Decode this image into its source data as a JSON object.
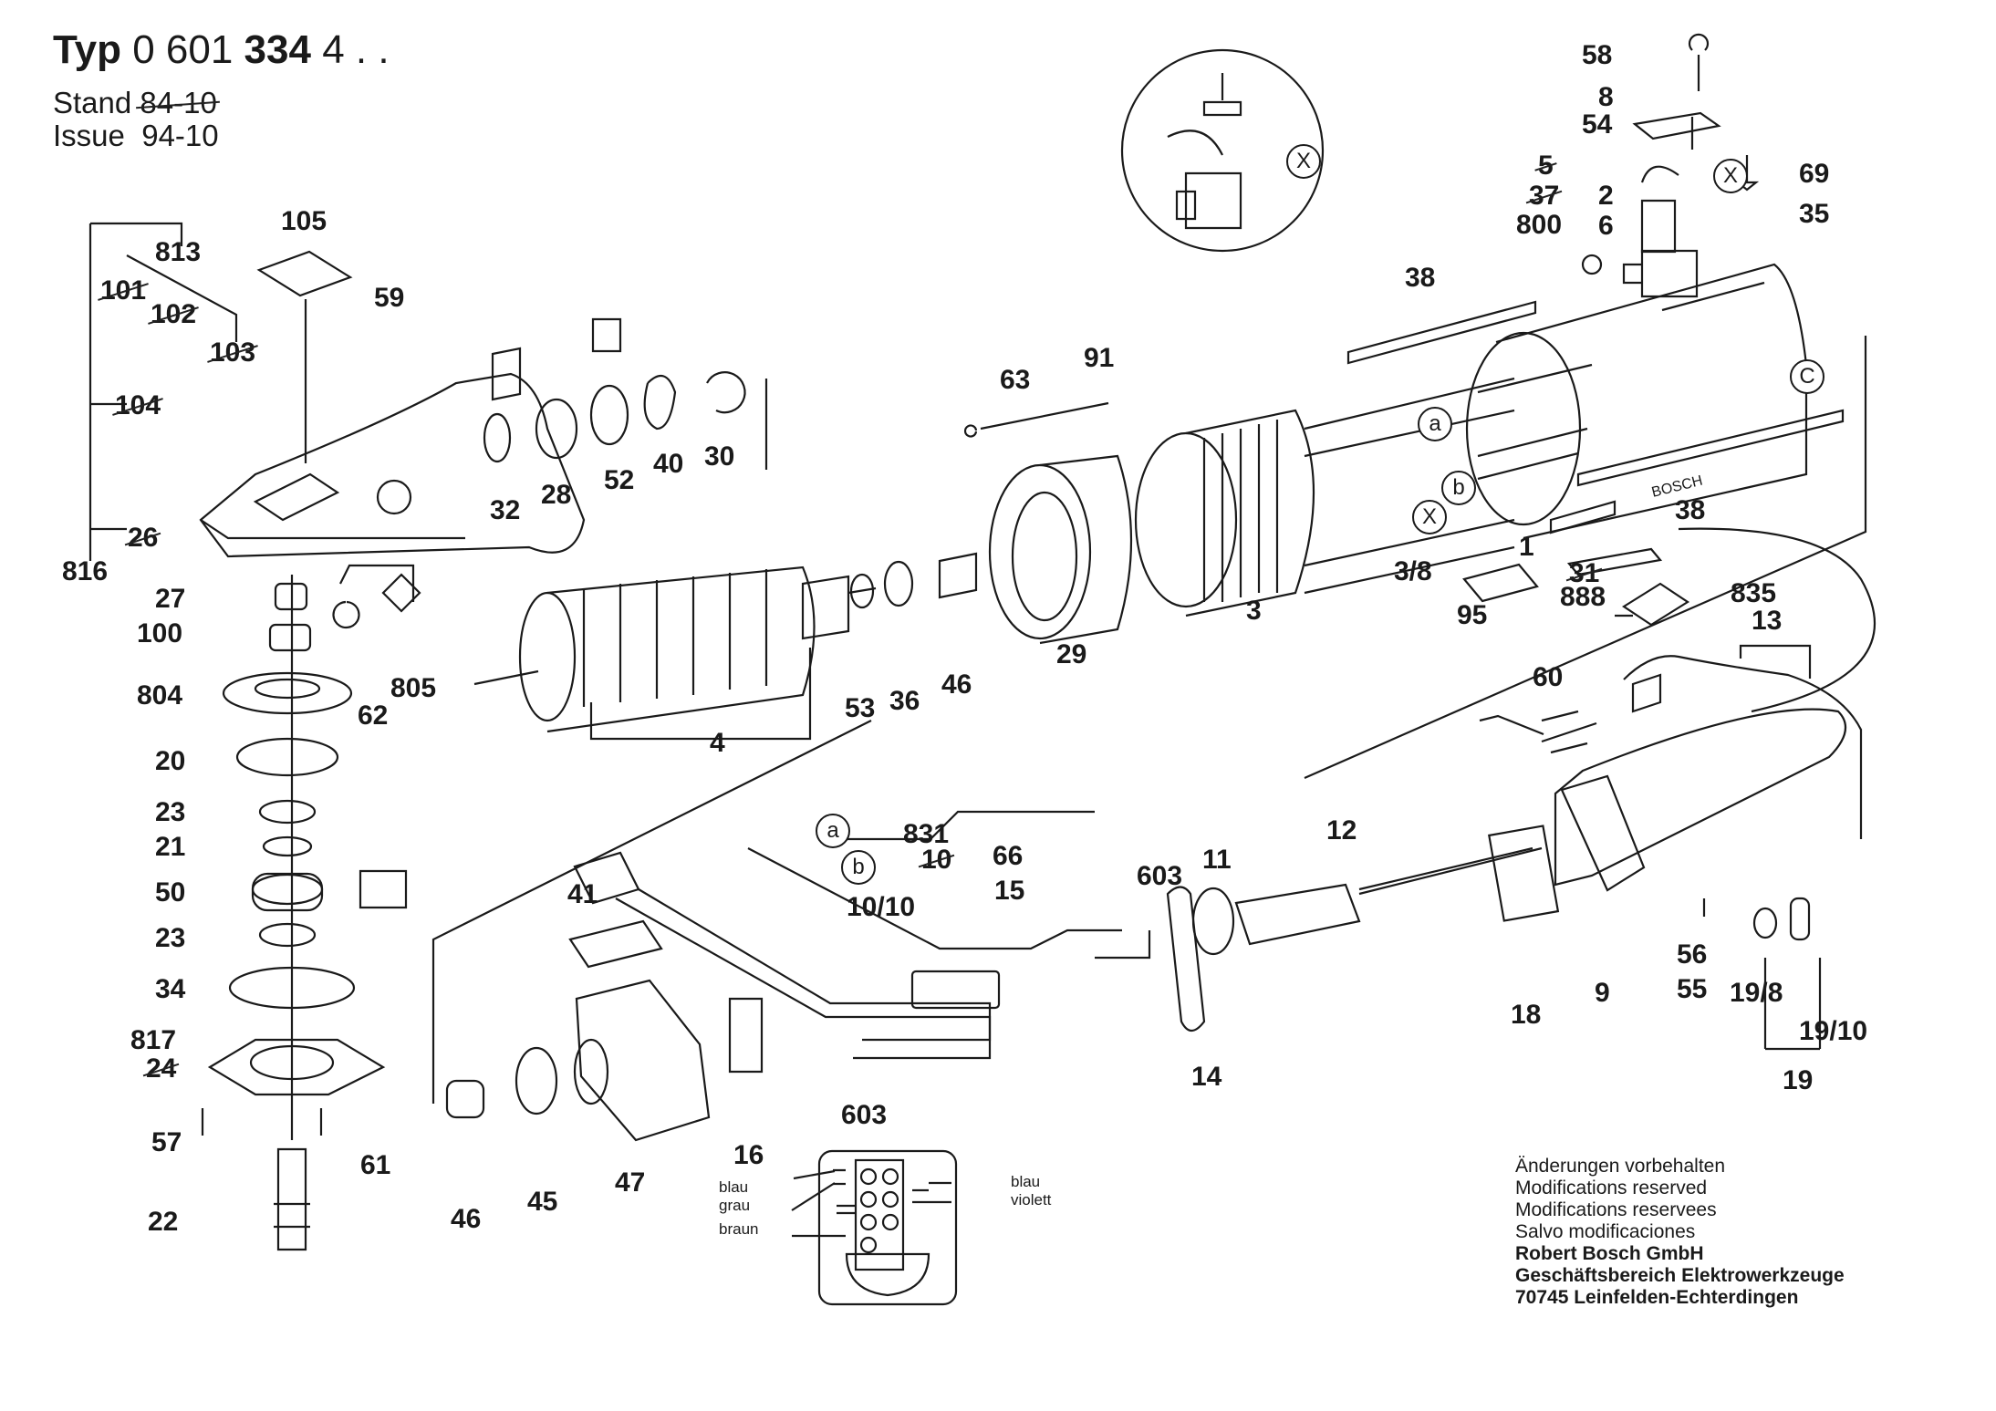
{
  "header": {
    "typ_label": "Typ",
    "typ_number_a": "0 601",
    "typ_number_b": "334",
    "typ_suffix": "4 . .",
    "stand_label": "Stand",
    "stand_value": "84-10",
    "issue_label": "Issue",
    "issue_value": "94-10"
  },
  "labels": [
    {
      "id": "58",
      "text": "58"
    },
    {
      "id": "8",
      "text": "8"
    },
    {
      "id": "54",
      "text": "54"
    },
    {
      "id": "5",
      "text": "5",
      "struck": true
    },
    {
      "id": "37",
      "text": "37",
      "struck": true
    },
    {
      "id": "800",
      "text": "800"
    },
    {
      "id": "2",
      "text": "2"
    },
    {
      "id": "6",
      "text": "6"
    },
    {
      "id": "69",
      "text": "69"
    },
    {
      "id": "35",
      "text": "35"
    },
    {
      "id": "38a",
      "text": "38"
    },
    {
      "id": "38b",
      "text": "38"
    },
    {
      "id": "1",
      "text": "1"
    },
    {
      "id": "31",
      "text": "31",
      "struck": true
    },
    {
      "id": "888",
      "text": "888"
    },
    {
      "id": "95",
      "text": "95"
    },
    {
      "id": "3/8",
      "text": "3/8"
    },
    {
      "id": "3",
      "text": "3"
    },
    {
      "id": "63",
      "text": "63"
    },
    {
      "id": "91",
      "text": "91"
    },
    {
      "id": "29",
      "text": "29"
    },
    {
      "id": "53",
      "text": "53"
    },
    {
      "id": "36",
      "text": "36"
    },
    {
      "id": "46a",
      "text": "46"
    },
    {
      "id": "4",
      "text": "4"
    },
    {
      "id": "105",
      "text": "105"
    },
    {
      "id": "813",
      "text": "813"
    },
    {
      "id": "101",
      "text": "101",
      "struck": true
    },
    {
      "id": "102",
      "text": "102",
      "struck": true
    },
    {
      "id": "103",
      "text": "103",
      "struck": true
    },
    {
      "id": "104",
      "text": "104",
      "struck": true
    },
    {
      "id": "59",
      "text": "59"
    },
    {
      "id": "32",
      "text": "32"
    },
    {
      "id": "28",
      "text": "28"
    },
    {
      "id": "52",
      "text": "52"
    },
    {
      "id": "40",
      "text": "40"
    },
    {
      "id": "30",
      "text": "30"
    },
    {
      "id": "26",
      "text": "26",
      "struck": true
    },
    {
      "id": "816",
      "text": "816"
    },
    {
      "id": "27",
      "text": "27"
    },
    {
      "id": "100",
      "text": "100"
    },
    {
      "id": "62",
      "text": "62"
    },
    {
      "id": "805",
      "text": "805"
    },
    {
      "id": "804",
      "text": "804"
    },
    {
      "id": "20",
      "text": "20"
    },
    {
      "id": "23a",
      "text": "23"
    },
    {
      "id": "21",
      "text": "21"
    },
    {
      "id": "50",
      "text": "50"
    },
    {
      "id": "23b",
      "text": "23"
    },
    {
      "id": "34",
      "text": "34"
    },
    {
      "id": "817",
      "text": "817"
    },
    {
      "id": "24",
      "text": "24",
      "struck": true
    },
    {
      "id": "57",
      "text": "57"
    },
    {
      "id": "61",
      "text": "61"
    },
    {
      "id": "22",
      "text": "22"
    },
    {
      "id": "835",
      "text": "835"
    },
    {
      "id": "13",
      "text": "13"
    },
    {
      "id": "60",
      "text": "60"
    },
    {
      "id": "12",
      "text": "12"
    },
    {
      "id": "11",
      "text": "11"
    },
    {
      "id": "603a",
      "text": "603"
    },
    {
      "id": "66",
      "text": "66"
    },
    {
      "id": "15",
      "text": "15"
    },
    {
      "id": "831",
      "text": "831"
    },
    {
      "id": "10",
      "text": "10",
      "struck": true
    },
    {
      "id": "10/10",
      "text": "10/10"
    },
    {
      "id": "41",
      "text": "41"
    },
    {
      "id": "14",
      "text": "14"
    },
    {
      "id": "603b",
      "text": "603"
    },
    {
      "id": "16",
      "text": "16"
    },
    {
      "id": "46b",
      "text": "46"
    },
    {
      "id": "45",
      "text": "45"
    },
    {
      "id": "47",
      "text": "47"
    },
    {
      "id": "18",
      "text": "18"
    },
    {
      "id": "9",
      "text": "9"
    },
    {
      "id": "56",
      "text": "56"
    },
    {
      "id": "55",
      "text": "55"
    },
    {
      "id": "19/8",
      "text": "19/8"
    },
    {
      "id": "19/10",
      "text": "19/10"
    },
    {
      "id": "19",
      "text": "19"
    }
  ],
  "callouts": {
    "a": "a",
    "b": "b",
    "x": "X",
    "c": "C"
  },
  "wiring": {
    "left": [
      "blau",
      "grau",
      "braun"
    ],
    "right": [
      "blau",
      "violett"
    ]
  },
  "housing_brand": "BOSCH",
  "footer": {
    "lines": [
      "Änderungen vorbehalten",
      "Modifications reserved",
      "Modifications reservees",
      "Salvo modificaciones"
    ],
    "company": "Robert Bosch GmbH",
    "division": "Geschäftsbereich Elektrowerkzeuge",
    "address": "70745 Leinfelden-Echterdingen"
  }
}
